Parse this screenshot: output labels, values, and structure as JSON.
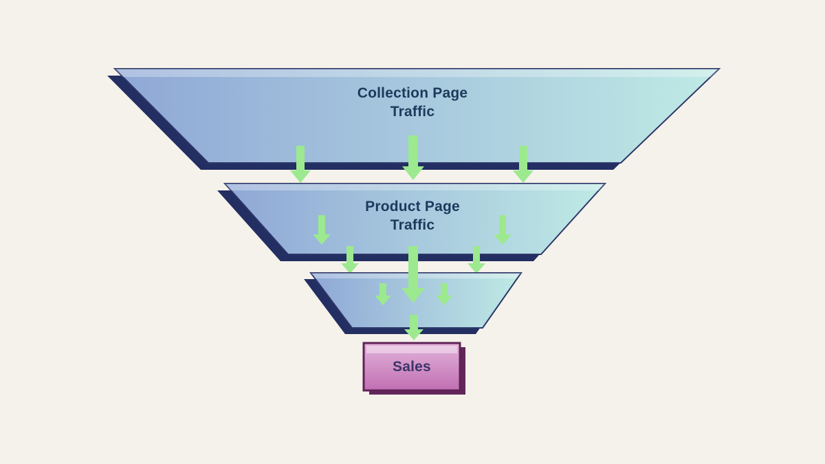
{
  "diagram": {
    "type": "funnel",
    "levels": [
      {
        "label": "Collection Page\nTraffic"
      },
      {
        "label": "Product Page\nTraffic"
      },
      {
        "label": ""
      }
    ],
    "outcome": {
      "label": "Sales"
    }
  },
  "colors": {
    "background": "#f5f2eb",
    "funnel_gradient_left": "#8fa7d6",
    "funnel_gradient_right": "#bfeae5",
    "funnel_border": "#2c3768",
    "funnel_shadow": "#232e62",
    "label_text": "#1c3a5c",
    "arrow_green": "#9ce98f",
    "sales_gradient_top": "#e3b3da",
    "sales_gradient_bottom": "#c06fb3",
    "sales_border": "#5e2257",
    "sales_shadow": "#63265a",
    "sales_text": "#3b3468"
  }
}
